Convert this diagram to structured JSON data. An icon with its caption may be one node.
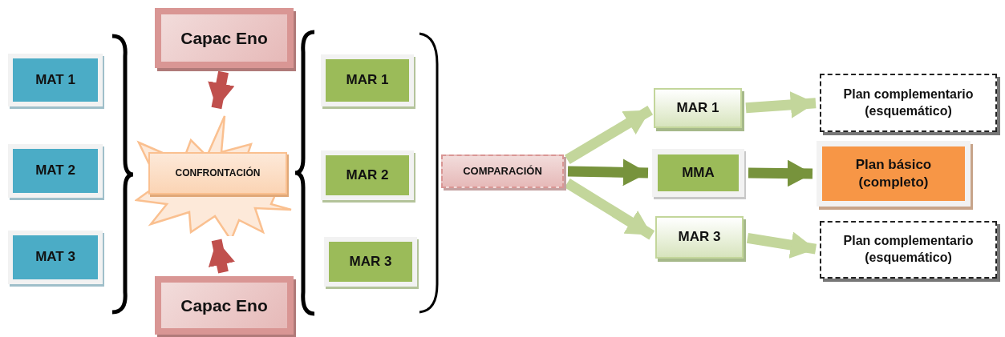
{
  "diagram": {
    "nodes": [
      {
        "text": [
          "MAT 1"
        ]
      },
      {
        "text": [
          "MAT 2"
        ]
      },
      {
        "text": [
          "MAT 3"
        ]
      },
      {
        "text": [
          "Capac Eno"
        ]
      },
      {
        "text": [
          "CONFRONTACIÓN"
        ]
      },
      {
        "text": [
          "Capac Eno"
        ]
      },
      {
        "text": [
          "MAR 1"
        ]
      },
      {
        "text": [
          "MAR 2"
        ]
      },
      {
        "text": [
          "MAR 3"
        ]
      },
      {
        "text": [
          "COMPARACIÓN"
        ]
      },
      {
        "text": [
          "MAR 1"
        ]
      },
      {
        "text": [
          "MMA"
        ]
      },
      {
        "text": [
          "MAR 3"
        ]
      },
      {
        "text": [
          "Plan complementario (esquemático)"
        ]
      },
      {
        "text": [
          "Plan básico (completo)"
        ]
      },
      {
        "text": [
          "Plan complementario (esquemático)"
        ]
      }
    ],
    "edges": [
      {
        "from": 3,
        "to": 4,
        "arrow": "to",
        "color": "#c0504d"
      },
      {
        "from": 5,
        "to": 4,
        "arrow": "to",
        "color": "#c0504d"
      },
      {
        "from": 9,
        "to": 10,
        "arrow": "to"
      },
      {
        "from": 9,
        "to": 11,
        "arrow": "to",
        "color": "#77933c"
      },
      {
        "from": 9,
        "to": 12,
        "arrow": "to"
      },
      {
        "from": 10,
        "to": 13,
        "arrow": "to"
      },
      {
        "from": 11,
        "to": 14,
        "arrow": "to",
        "color": "#77933c"
      },
      {
        "from": 12,
        "to": 15,
        "arrow": "to"
      }
    ]
  }
}
